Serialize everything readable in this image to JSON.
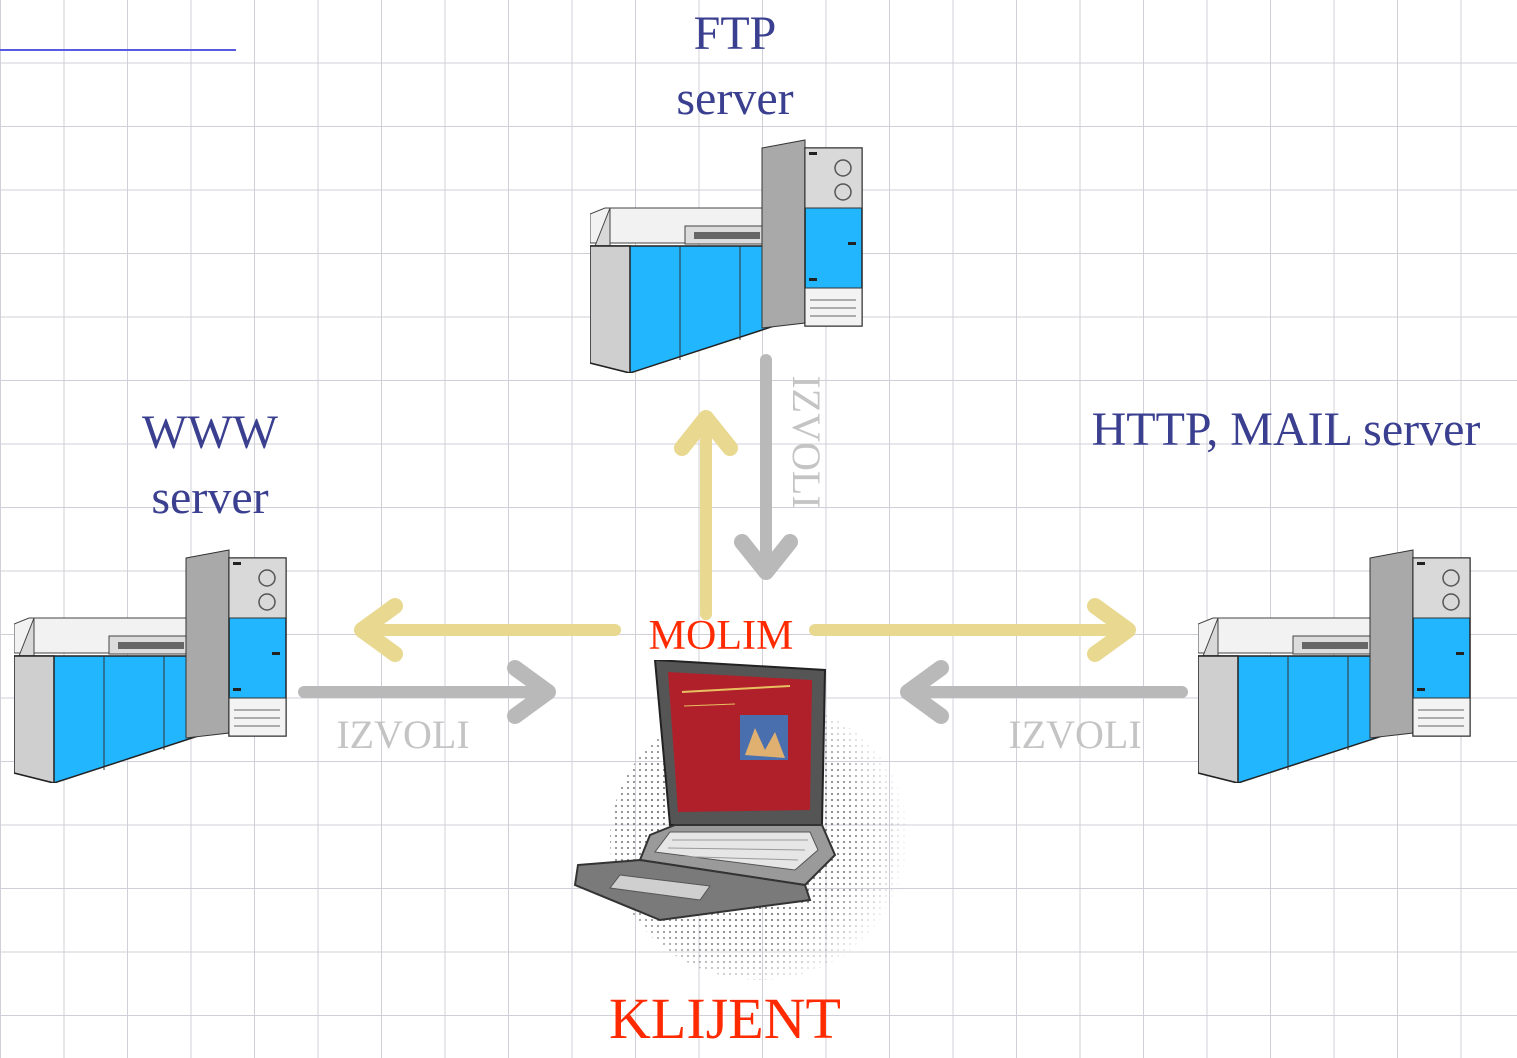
{
  "servers": {
    "ftp": {
      "line1": "FTP",
      "line2": "server"
    },
    "www": {
      "line1": "WWW",
      "line2": "server"
    },
    "http_mail": {
      "label": "HTTP, MAIL server"
    }
  },
  "client": {
    "label": "KLIJENT"
  },
  "messages": {
    "request": "MOLIM",
    "response_ftp": "IZVOLI",
    "response_www": "IZVOLI",
    "response_http": "IZVOLI"
  },
  "colors": {
    "request_arrow": "#e8d890",
    "response_arrow": "#b9b9b9",
    "server_blue": "#22b6ff",
    "label_blue": "#3a3f8f",
    "client_red": "#ff2a00"
  }
}
